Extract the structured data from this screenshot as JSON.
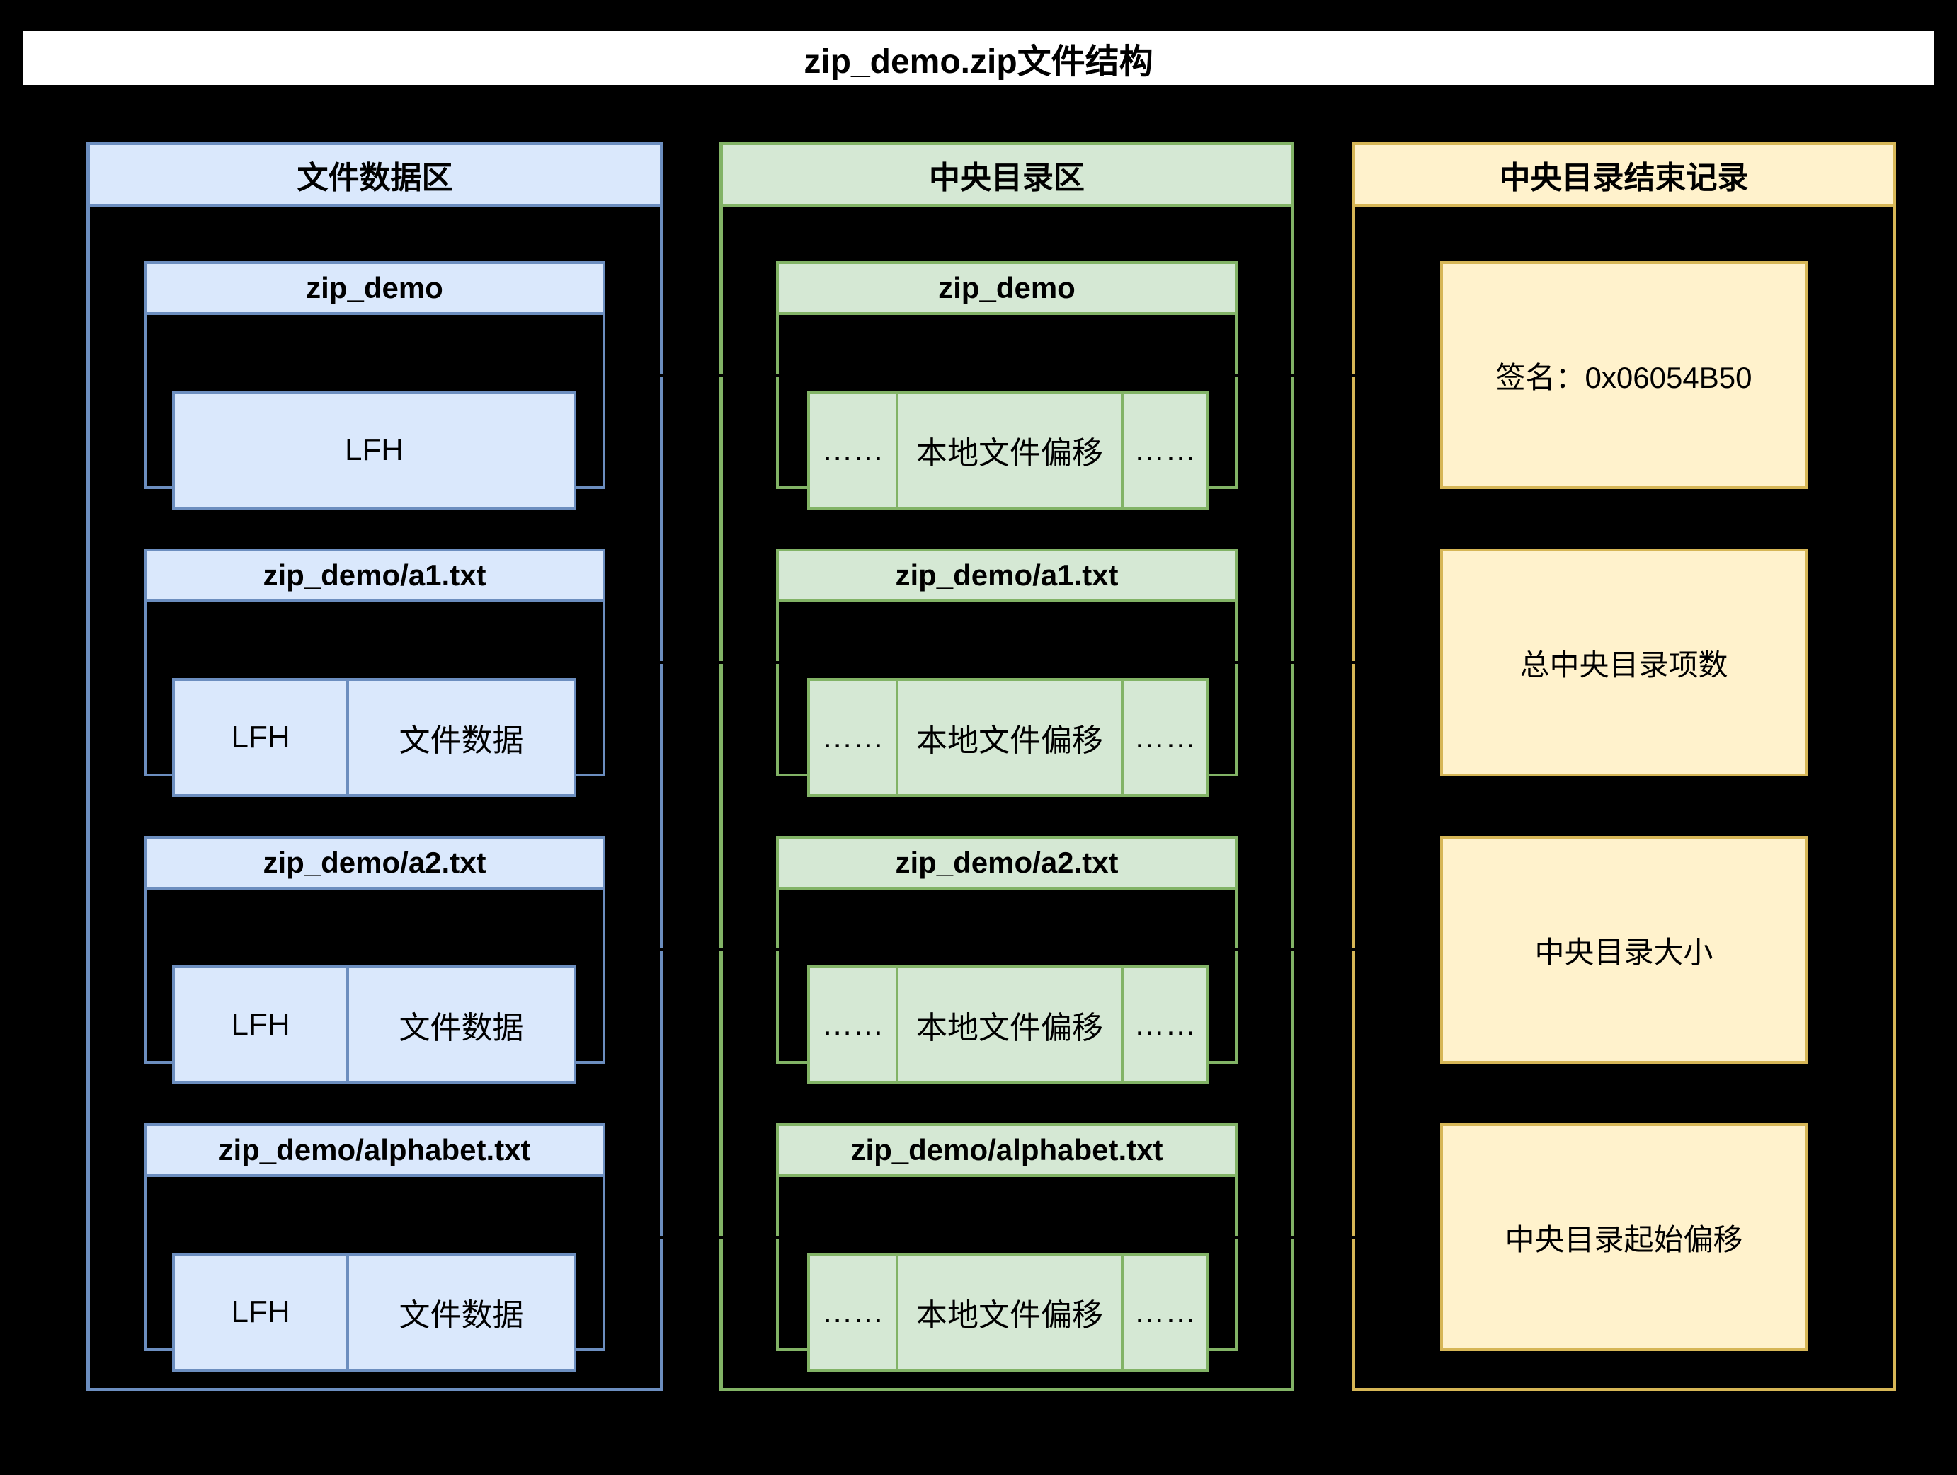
{
  "page": {
    "title": "zip_demo.zip文件结构"
  },
  "colors": {
    "blue_fill": "#dae8fc",
    "blue_stroke": "#6c8ebf",
    "green_fill": "#d5e8d4",
    "green_stroke": "#82b366",
    "yellow_fill": "#fff2cc",
    "yellow_stroke": "#d6b656",
    "bg": "#000000",
    "ink": "#000000"
  },
  "file_area": {
    "header": "文件数据区",
    "groups": [
      {
        "title": "zip_demo",
        "cells": [
          "LFH"
        ]
      },
      {
        "title": "zip_demo/a1.txt",
        "cells": [
          "LFH",
          "文件数据"
        ]
      },
      {
        "title": "zip_demo/a2.txt",
        "cells": [
          "LFH",
          "文件数据"
        ]
      },
      {
        "title": "zip_demo/alphabet.txt",
        "cells": [
          "LFH",
          "文件数据"
        ]
      }
    ]
  },
  "central_directory": {
    "header": "中央目录区",
    "groups": [
      {
        "title": "zip_demo",
        "cells": [
          "……",
          "本地文件偏移",
          "……"
        ]
      },
      {
        "title": "zip_demo/a1.txt",
        "cells": [
          "……",
          "本地文件偏移",
          "……"
        ]
      },
      {
        "title": "zip_demo/a2.txt",
        "cells": [
          "……",
          "本地文件偏移",
          "……"
        ]
      },
      {
        "title": "zip_demo/alphabet.txt",
        "cells": [
          "……",
          "本地文件偏移",
          "……"
        ]
      }
    ]
  },
  "eocd": {
    "header": "中央目录结束记录",
    "entries": [
      "签名：0x06054B50",
      "总中央目录项数",
      "中央目录大小",
      "中央目录起始偏移"
    ]
  }
}
